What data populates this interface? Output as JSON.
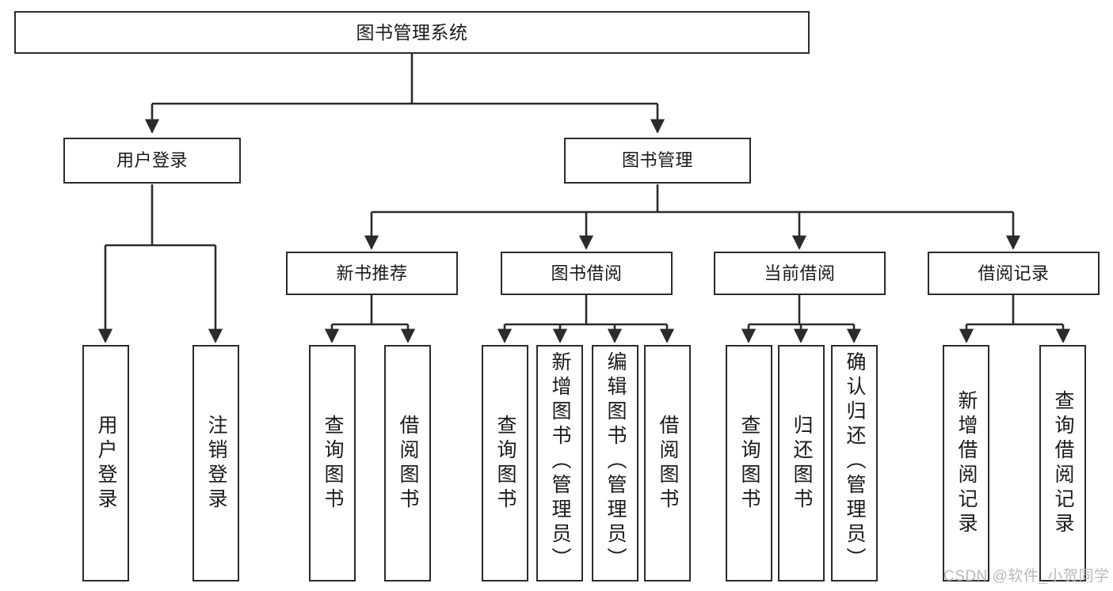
{
  "diagram": {
    "title": "图书管理系统",
    "type": "hierarchy-tree",
    "colors": {
      "box_border": "#2b2b2b",
      "box_fill": "#ffffff",
      "edge": "#2b2b2b",
      "text": "#1a1a1a",
      "watermark": "#b8b8b8"
    },
    "nodes": {
      "root": {
        "label": "图书管理系统"
      },
      "level2": [
        {
          "id": "user_login",
          "label": "用户登录"
        },
        {
          "id": "book_manage",
          "label": "图书管理"
        }
      ],
      "level3": [
        {
          "id": "new_book_rec",
          "label": "新书推荐"
        },
        {
          "id": "book_borrow",
          "label": "图书借阅"
        },
        {
          "id": "current_borrow",
          "label": "当前借阅"
        },
        {
          "id": "borrow_record",
          "label": "借阅记录"
        }
      ],
      "leaves": [
        {
          "id": "leaf_user_login",
          "label": "用户登录",
          "parent": "user_login"
        },
        {
          "id": "leaf_user_logout",
          "label": "注销登录",
          "parent": "user_login"
        },
        {
          "id": "leaf_query_book_1",
          "label": "查询图书",
          "parent": "new_book_rec"
        },
        {
          "id": "leaf_borrow_book_1",
          "label": "借阅图书",
          "parent": "new_book_rec"
        },
        {
          "id": "leaf_query_book_2",
          "label": "查询图书",
          "parent": "book_borrow"
        },
        {
          "id": "leaf_add_book",
          "label": "新增图书（管理员）",
          "parent": "book_borrow"
        },
        {
          "id": "leaf_edit_book",
          "label": "编辑图书（管理员）",
          "parent": "book_borrow"
        },
        {
          "id": "leaf_borrow_book_2",
          "label": "借阅图书",
          "parent": "book_borrow"
        },
        {
          "id": "leaf_query_book_3",
          "label": "查询图书",
          "parent": "current_borrow"
        },
        {
          "id": "leaf_return_book",
          "label": "归还图书",
          "parent": "current_borrow"
        },
        {
          "id": "leaf_confirm_return",
          "label": "确认归还（管理员）",
          "parent": "current_borrow"
        },
        {
          "id": "leaf_add_record",
          "label": "新增借阅记录",
          "parent": "borrow_record"
        },
        {
          "id": "leaf_query_record",
          "label": "查询借阅记录",
          "parent": "borrow_record"
        }
      ]
    },
    "watermark": "CSDN @软件_小贺同学"
  }
}
